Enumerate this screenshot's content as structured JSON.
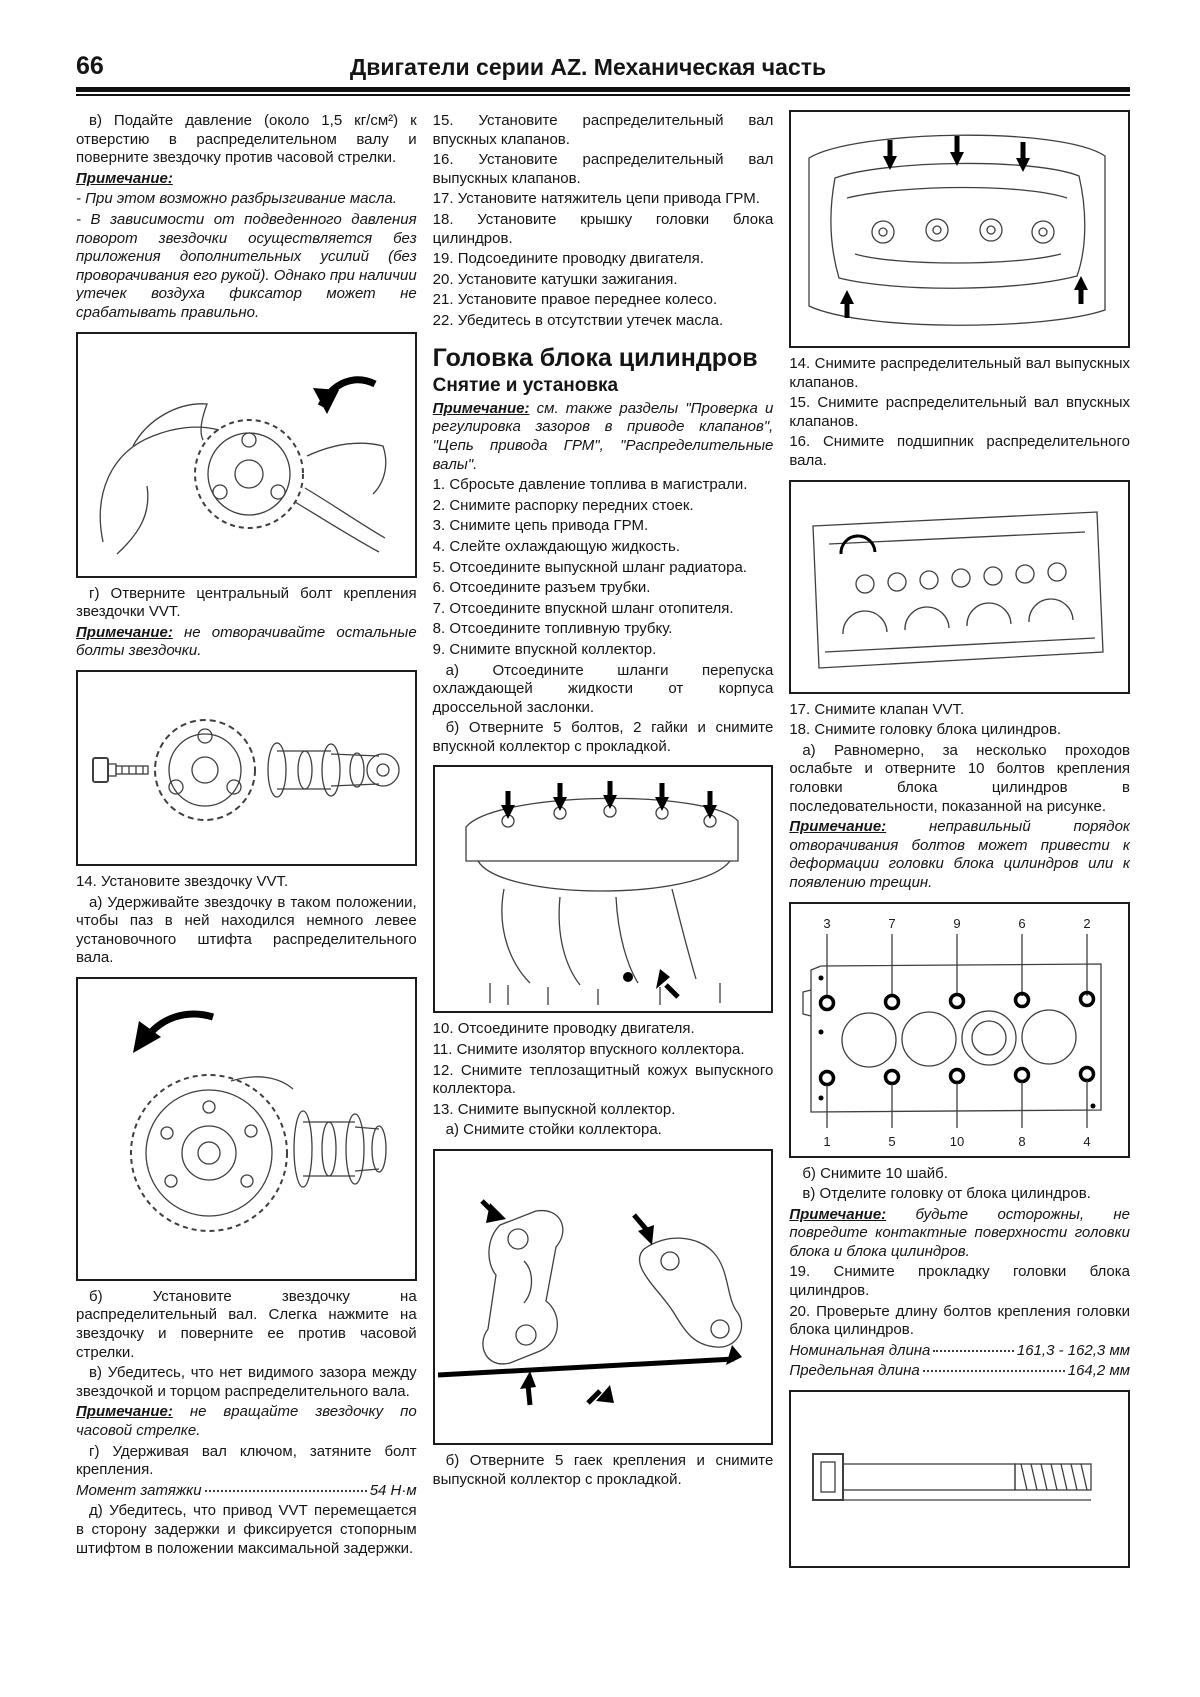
{
  "header": {
    "page_number": "66",
    "title": "Двигатели серии AZ. Механическая часть"
  },
  "note_label": "Примечание:",
  "left": {
    "p_v": "в) Подайте давление (около 1,5 кг/см²) к отверстию в распределительном валу и поверните звездочку против часовой стрелки.",
    "note1": [
      "- При этом возможно разбрызгивание масла.",
      "- В зависимости от подведенного давления поворот звездочки осуществляется без приложения дополнительных усилий (без проворачивания его рукой). Однако при наличии утечек воздуха фиксатор может не срабатывать правильно."
    ],
    "p_g": "г) Отверните центральный болт крепления звездочки VVT.",
    "note2": "не отворачивайте остальные болты звездочки.",
    "item14": "14. Установите звездочку VVT.",
    "item14_a": "а) Удерживайте звездочку в таком положении, чтобы паз в ней находился немного левее установочного штифта распределительного вала.",
    "item14_b": "б) Установите звездочку на распределительный вал. Слегка нажмите на звездочку и поверните ее против часовой стрелки.",
    "item14_v": "в) Убедитесь, что нет видимого зазора между звездочкой и торцом распределительного вала.",
    "note3": "не вращайте звездочку по часовой стрелке.",
    "item14_g": "г) Удерживая вал ключом, затяните болт крепления.",
    "torque_label": "Момент затяжки",
    "torque_value": "54 Н·м",
    "item14_d": "д) Убедитесь, что привод VVT перемещается в сторону задержки и фиксируется стопорным штифтом в положении максимальной задержки."
  },
  "middle": {
    "install_items": [
      "15. Установите распределительный вал впускных клапанов.",
      "16. Установите распределительный вал выпускных клапанов.",
      "17. Установите натяжитель цепи привода ГРМ.",
      "18. Установите крышку головки блока цилиндров.",
      "19. Подсоедините проводку двигателя.",
      "20. Установите катушки зажигания.",
      "21. Установите правое переднее колесо.",
      "22. Убедитесь в отсутствии утечек масла."
    ],
    "section_title": "Головка блока цилиндров",
    "section_subtitle": "Снятие и установка",
    "note_see": "см. также разделы \"Проверка и регулировка зазоров в приводе клапанов\", \"Цепь привода ГРМ\", \"Распределительные валы\".",
    "removal_items_1": [
      "1. Сбросьте давление топлива в магистрали.",
      "2. Снимите распорку передних стоек.",
      "3. Снимите цепь привода ГРМ.",
      "4. Слейте охлаждающую жидкость.",
      "5. Отсоедините выпускной шланг радиатора.",
      "6. Отсоедините разъем трубки.",
      "7. Отсоедините впускной шланг отопителя.",
      "8. Отсоедините топливную трубку.",
      "9. Снимите впускной коллектор."
    ],
    "item9_a": "а) Отсоедините шланги перепуска охлаждающей жидкости от корпуса дроссельной заслонки.",
    "item9_b": "б) Отверните 5 болтов, 2 гайки и снимите впускной коллектор с прокладкой.",
    "removal_items_2": [
      "10. Отсоедините проводку двигателя.",
      "11. Снимите изолятор впускного коллектора.",
      "12. Снимите теплозащитный кожух выпускного коллектора.",
      "13. Снимите выпускной коллектор."
    ],
    "item13_a": "а) Снимите стойки коллектора.",
    "item13_b": "б) Отверните 5 гаек крепления и снимите выпускной коллектор с прокладкой."
  },
  "right": {
    "items_14_16": [
      "14. Снимите распределительный вал выпускных клапанов.",
      "15. Снимите распределительный вал впускных клапанов.",
      "16. Снимите подшипник распределительного вала."
    ],
    "item17": "17. Снимите клапан VVT.",
    "item18": "18. Снимите головку блока цилиндров.",
    "item18_a": "а) Равномерно, за несколько проходов ослабьте и отверните 10 болтов крепления головки блока цилиндров в последовательности, показанной на рисунке.",
    "note_order": "неправильный порядок отворачивания болтов может привести к деформации головки блока цилиндров или к появлению трещин.",
    "bolt_sequence": {
      "top": [
        "3",
        "7",
        "9",
        "6",
        "2"
      ],
      "bottom": [
        "1",
        "5",
        "10",
        "8",
        "4"
      ]
    },
    "item18_b": "б) Снимите 10 шайб.",
    "item18_v": "в) Отделите головку от блока цилиндров.",
    "note_careful": "будьте осторожны, не повредите контактные поверхности головки блока и блока цилиндров.",
    "item19": "19. Снимите прокладку головки блока цилиндров.",
    "item20": "20. Проверьте длину болтов крепления головки блока цилиндров.",
    "spec_nominal_label": "Номинальная длина",
    "spec_nominal_value": "161,3 - 162,3 мм",
    "spec_limit_label": "Предельная длина",
    "spec_limit_value": "164,2 мм"
  }
}
